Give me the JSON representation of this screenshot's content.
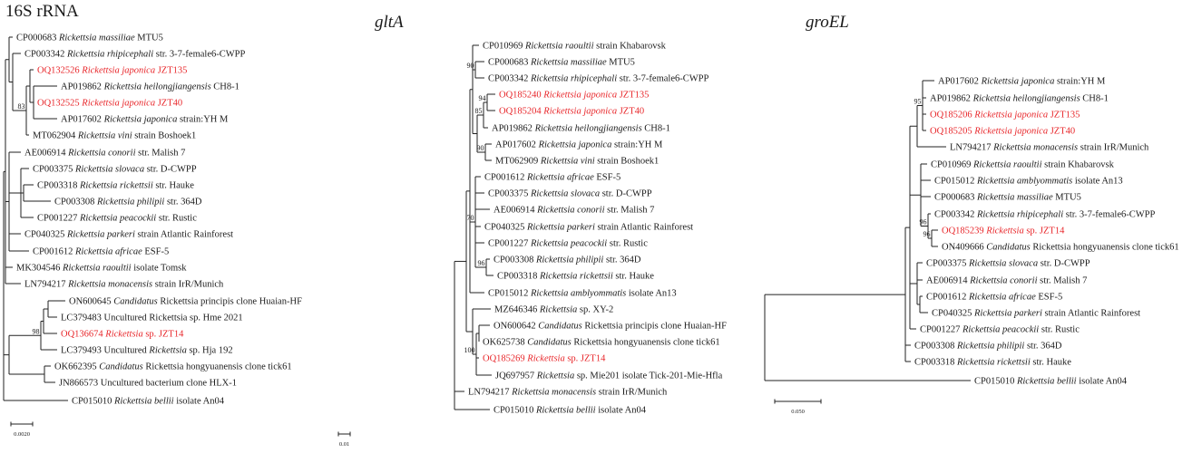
{
  "colors": {
    "line": "#222222",
    "highlight": "#e8262a",
    "text": "#1a1a1a"
  },
  "trees": [
    {
      "id": "tree-16s",
      "title": "16S rRNA",
      "title_italic": false,
      "scale_label": "0.0020",
      "leaves": [
        {
          "acc": "CP000683",
          "sp": "Rickettsia massiliae",
          "rest": "MTU5"
        },
        {
          "acc": "CP003342",
          "sp": "Rickettsia rhipicephali",
          "rest": "str. 3-7-female6-CWPP"
        },
        {
          "acc": "OQ132526",
          "sp": "Rickettsia japonica",
          "rest": "JZT135",
          "red": true
        },
        {
          "acc": "AP019862",
          "sp": "Rickettsia heilongjiangensis",
          "rest": "CH8-1"
        },
        {
          "acc": "OQ132525",
          "sp": "Rickettsia japonica",
          "rest": "JZT40",
          "red": true
        },
        {
          "acc": "AP017602",
          "sp": "Rickettsia japonica",
          "rest": "strain:YH M"
        },
        {
          "acc": "MT062904",
          "sp": "Rickettsia vini",
          "rest": "strain Boshoek1"
        },
        {
          "acc": "AE006914",
          "sp": "Rickettsia conorii",
          "rest": "str. Malish 7"
        },
        {
          "acc": "CP003375",
          "sp": "Rickettsia slovaca",
          "rest": "str. D-CWPP"
        },
        {
          "acc": "CP003318",
          "sp": "Rickettsia rickettsii",
          "rest": "str. Hauke"
        },
        {
          "acc": "CP003308",
          "sp": "Rickettsia philipii",
          "rest": "str. 364D"
        },
        {
          "acc": "CP001227",
          "sp": "Rickettsia peacockii",
          "rest": "str. Rustic"
        },
        {
          "acc": "CP040325",
          "sp": "Rickettsia parkeri",
          "rest": "strain Atlantic Rainforest"
        },
        {
          "acc": "CP001612",
          "sp": "Rickettsia africae",
          "rest": "ESF-5"
        },
        {
          "acc": "MK304546",
          "sp": "Rickettsia raoultii",
          "rest": "isolate Tomsk"
        },
        {
          "acc": "LN794217",
          "sp": "Rickettsia monacensis",
          "rest": "strain IrR/Munich"
        },
        {
          "acc": "ON600645",
          "sp": "Candidatus",
          "rest": "Rickettsia principis clone Huaian-HF"
        },
        {
          "acc": "LC379483",
          "sp": "",
          "rest": "Uncultured Rickettsia sp. Hme 2021"
        },
        {
          "acc": "OQ136674",
          "sp": "Rickettsia",
          "rest": "sp. JZT14",
          "red": true
        },
        {
          "acc": "LC379493",
          "pre": "Uncultured ",
          "sp": "Rickettsia",
          "rest": "sp. Hja 192"
        },
        {
          "acc": "OK662395",
          "sp": "Candidatus",
          "rest": "Rickettsia hongyuanensis clone tick61"
        },
        {
          "acc": "JN866573",
          "sp": "",
          "rest": "Uncultured bacterium clone HLX-1"
        },
        {
          "acc": "CP015010",
          "sp": "Rickettsia bellii",
          "rest": "isolate An04"
        }
      ],
      "bootstraps": [
        "83",
        "98"
      ]
    },
    {
      "id": "tree-glta",
      "title": "gltA",
      "title_italic": true,
      "scale_label": "0.01",
      "leaves": [
        {
          "acc": "CP010969",
          "sp": "Rickettsia raoultii",
          "rest": "strain Khabarovsk"
        },
        {
          "acc": "CP000683",
          "sp": "Rickettsia massiliae",
          "rest": "MTU5"
        },
        {
          "acc": "CP003342",
          "sp": "Rickettsia rhipicephali",
          "rest": "str. 3-7-female6-CWPP"
        },
        {
          "acc": "OQ185240",
          "sp": "Rickettsia japonica",
          "rest": "JZT135",
          "red": true
        },
        {
          "acc": "OQ185204",
          "sp": "Rickettsia japonica",
          "rest": "JZT40",
          "red": true
        },
        {
          "acc": "AP019862",
          "sp": "Rickettsia heilongjiangensis",
          "rest": "CH8-1"
        },
        {
          "acc": "AP017602",
          "sp": "Rickettsia japonica",
          "rest": "strain:YH M"
        },
        {
          "acc": "MT062909",
          "sp": "Rickettsia vini",
          "rest": "strain Boshoek1"
        },
        {
          "acc": "CP001612",
          "sp": "Rickettsia africae",
          "rest": "ESF-5"
        },
        {
          "acc": "CP003375",
          "sp": "Rickettsia slovaca",
          "rest": "str. D-CWPP"
        },
        {
          "acc": "AE006914",
          "sp": "Rickettsia conorii",
          "rest": "str. Malish 7"
        },
        {
          "acc": "CP040325",
          "sp": "Rickettsia parkeri",
          "rest": "strain Atlantic Rainforest"
        },
        {
          "acc": "CP001227",
          "sp": "Rickettsia peacockii",
          "rest": "str. Rustic"
        },
        {
          "acc": "CP003308",
          "sp": "Rickettsia philipii",
          "rest": "str. 364D"
        },
        {
          "acc": "CP003318",
          "sp": "Rickettsia rickettsii",
          "rest": "str. Hauke"
        },
        {
          "acc": "CP015012",
          "sp": "Rickettsia amblyommatis",
          "rest": "isolate An13"
        },
        {
          "acc": "MZ646346",
          "sp": "Rickettsia",
          "rest": "sp. XY-2"
        },
        {
          "acc": "ON600642",
          "sp": "Candidatus",
          "rest": "Rickettsia principis clone Huaian-HF"
        },
        {
          "acc": "OK625738",
          "sp": "Candidatus",
          "rest": "Rickettsia hongyuanensis clone tick61"
        },
        {
          "acc": "OQ185269",
          "sp": "Rickettsia",
          "rest": "sp. JZT14",
          "red": true
        },
        {
          "acc": "JQ697957",
          "sp": "Rickettsia",
          "rest": "sp. Mie201 isolate Tick-201-Mie-Hfla"
        },
        {
          "acc": "LN794217",
          "sp": "Rickettsia monacensis",
          "rest": "strain IrR/Munich"
        },
        {
          "acc": "CP015010",
          "sp": "Rickettsia bellii",
          "rest": "isolate An04"
        }
      ],
      "bootstraps": [
        "90",
        "94",
        "85",
        "90",
        "70",
        "96",
        "100"
      ]
    },
    {
      "id": "tree-groel",
      "title": "groEL",
      "title_italic": true,
      "scale_label": "0.050",
      "leaves": [
        {
          "acc": "AP017602",
          "sp": "Rickettsia japonica",
          "rest": "strain:YH M"
        },
        {
          "acc": "AP019862",
          "sp": "Rickettsia heilongjiangensis",
          "rest": "CH8-1"
        },
        {
          "acc": "OQ185206",
          "sp": "Rickettsia japonica",
          "rest": "JZT135",
          "red": true
        },
        {
          "acc": "OQ185205",
          "sp": "Rickettsia japonica",
          "rest": "JZT40",
          "red": true
        },
        {
          "acc": "LN794217",
          "sp": "Rickettsia monacensis",
          "rest": "strain IrR/Munich"
        },
        {
          "acc": "CP010969",
          "sp": "Rickettsia raoultii",
          "rest": "strain Khabarovsk"
        },
        {
          "acc": "CP015012",
          "sp": "Rickettsia amblyommatis",
          "rest": "isolate An13"
        },
        {
          "acc": "CP000683",
          "sp": "Rickettsia massiliae",
          "rest": "MTU5"
        },
        {
          "acc": "CP003342",
          "sp": "Rickettsia rhipicephali",
          "rest": "str. 3-7-female6-CWPP"
        },
        {
          "acc": "OQ185239",
          "sp": "Rickettsia",
          "rest": "sp. JZT14",
          "red": true
        },
        {
          "acc": "ON409666",
          "sp": "Candidatus",
          "rest": "Rickettsia hongyuanensis clone tick61"
        },
        {
          "acc": "CP003375",
          "sp": "Rickettsia slovaca",
          "rest": "str. D-CWPP"
        },
        {
          "acc": "AE006914",
          "sp": "Rickettsia conorii",
          "rest": "str. Malish 7"
        },
        {
          "acc": "CP001612",
          "sp": "Rickettsia africae",
          "rest": "ESF-5"
        },
        {
          "acc": "CP040325",
          "sp": "Rickettsia parkeri",
          "rest": "strain Atlantic Rainforest"
        },
        {
          "acc": "CP001227",
          "sp": "Rickettsia peacockii",
          "rest": "str. Rustic"
        },
        {
          "acc": "CP003308",
          "sp": "Rickettsia philipii",
          "rest": "str. 364D"
        },
        {
          "acc": "CP003318",
          "sp": "Rickettsia rickettsii",
          "rest": "str. Hauke"
        },
        {
          "acc": "CP015010",
          "sp": "Rickettsia bellii",
          "rest": "isolate An04"
        }
      ],
      "bootstraps": [
        "95",
        "96",
        "96"
      ]
    }
  ]
}
